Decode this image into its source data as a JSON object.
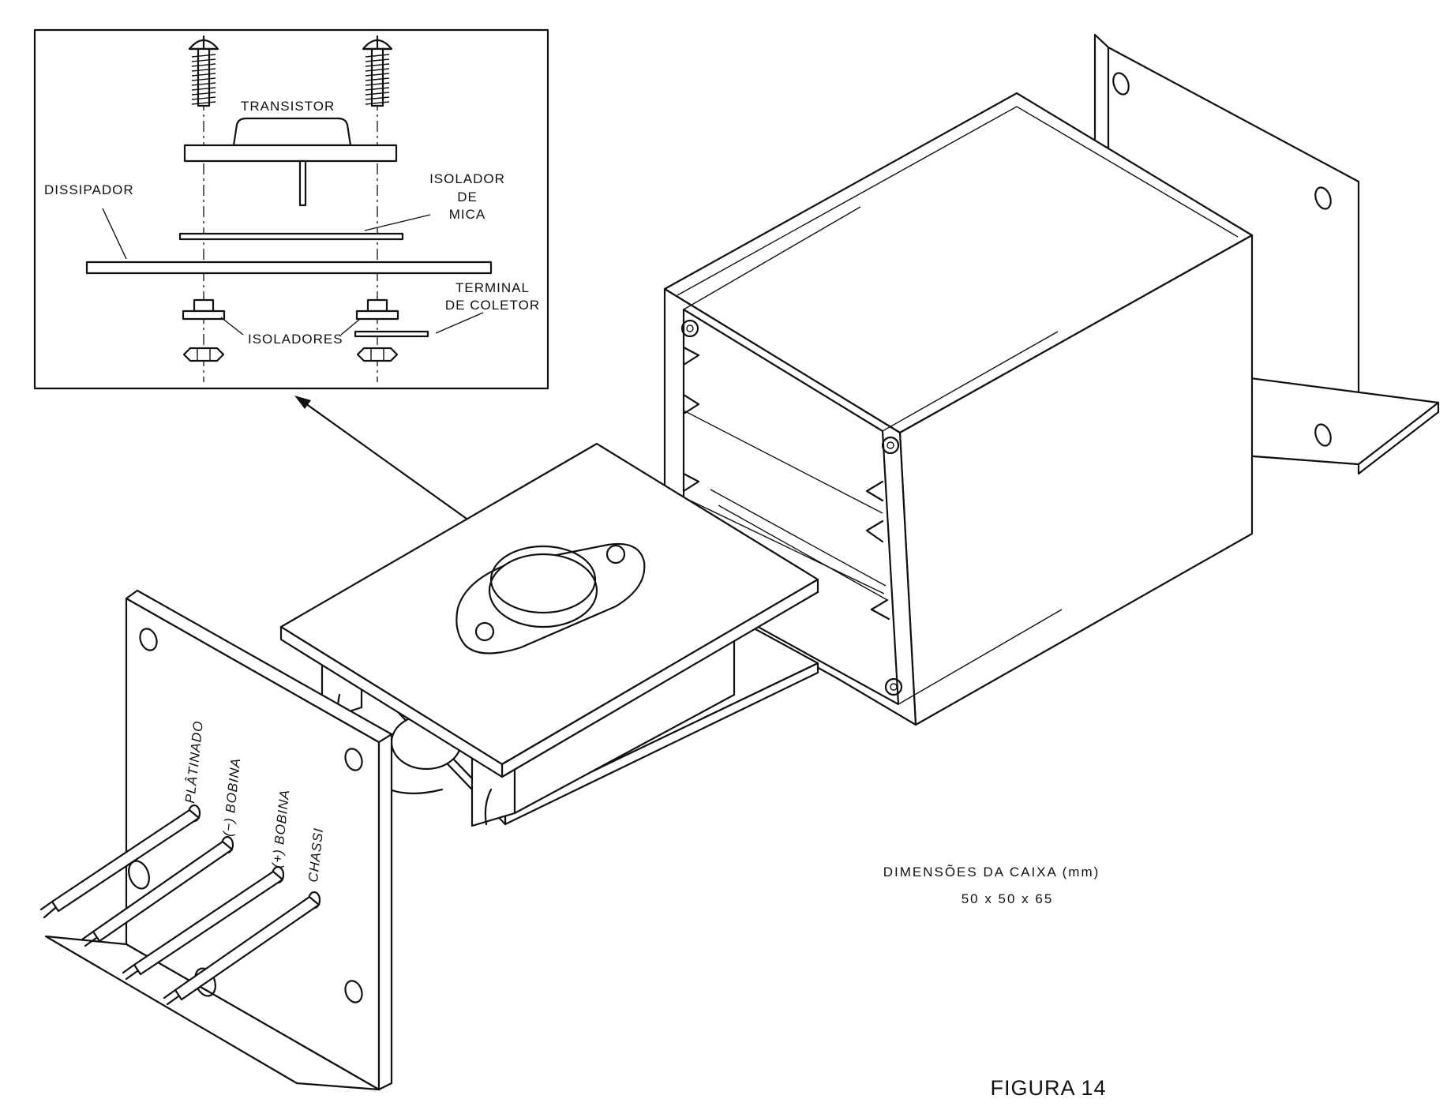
{
  "inset": {
    "labels": {
      "transistor": "TRANSISTOR",
      "dissipador": "DISSIPADOR",
      "isolador_line1": "ISOLADOR",
      "isolador_line2": "DE",
      "isolador_line3": "MICA",
      "terminal_line1": "TERMINAL",
      "terminal_line2": "DE COLETOR",
      "isoladores": "ISOLADORES"
    }
  },
  "panel": {
    "terminals": [
      "PLÂTINADO",
      "(−) BOBINA",
      "(+) BOBINA",
      "CHASSI"
    ]
  },
  "dimensions": {
    "caption": "DIMENSÕES DA CAIXA (mm)",
    "value": "50 x 50 x 65"
  },
  "figure": {
    "label": "FIGURA 14"
  },
  "colors": {
    "ink": "#111111",
    "paper": "#ffffff"
  }
}
